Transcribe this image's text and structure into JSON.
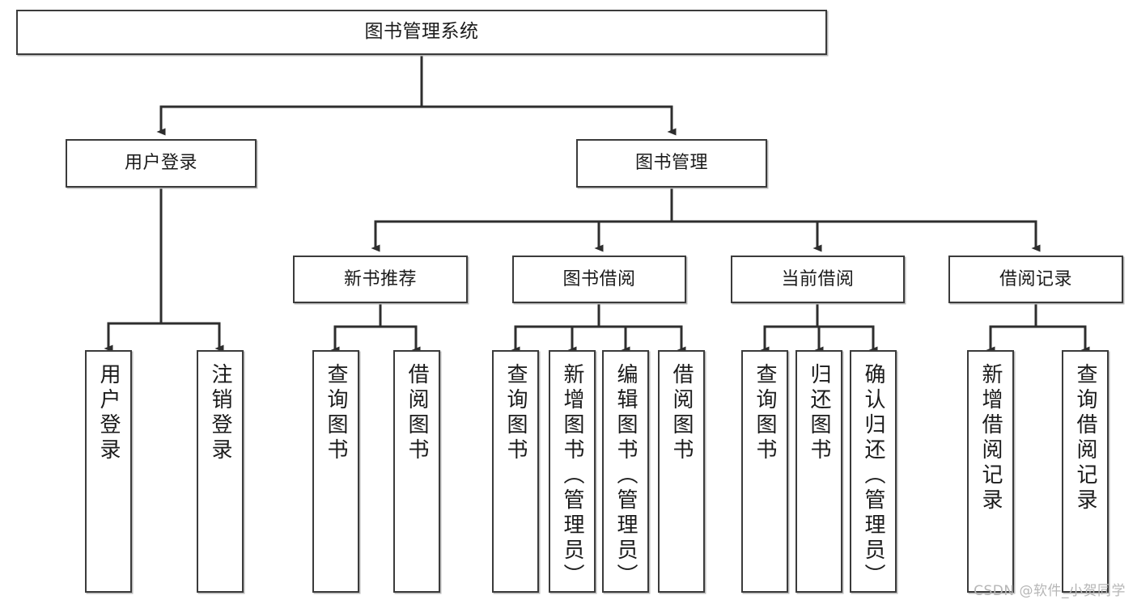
{
  "diagram": {
    "type": "tree",
    "title": "图书管理系统",
    "orientation": "top-down",
    "colors": {
      "box_border": "#3b3b3b",
      "box_fill": "#ffffff",
      "edge": "#2e2e2e",
      "shadow": "#b9b9b9",
      "watermark": "#b6b6b6"
    }
  },
  "nodes": {
    "root": {
      "label": "图书管理系统"
    },
    "level2": [
      {
        "id": "user-login",
        "label": "用户登录"
      },
      {
        "id": "book-manage",
        "label": "图书管理"
      }
    ],
    "level3": [
      {
        "id": "new-book-recommend",
        "label": "新书推荐"
      },
      {
        "id": "book-borrow",
        "label": "图书借阅"
      },
      {
        "id": "current-borrow",
        "label": "当前借阅"
      },
      {
        "id": "borrow-record",
        "label": "借阅记录"
      }
    ],
    "leaves": [
      {
        "id": "leaf-user-login",
        "label": "用户登录",
        "parent": "user-login"
      },
      {
        "id": "leaf-user-logout",
        "label": "注销登录",
        "parent": "user-login"
      },
      {
        "id": "leaf-query-book-1",
        "label": "查询图书",
        "parent": "new-book-recommend"
      },
      {
        "id": "leaf-borrow-book-1",
        "label": "借阅图书",
        "parent": "new-book-recommend"
      },
      {
        "id": "leaf-query-book-2",
        "label": "查询图书",
        "parent": "book-borrow"
      },
      {
        "id": "leaf-add-book",
        "label": "新增图书（管理员）",
        "parent": "book-borrow"
      },
      {
        "id": "leaf-edit-book",
        "label": "编辑图书（管理员）",
        "parent": "book-borrow"
      },
      {
        "id": "leaf-borrow-book-2",
        "label": "借阅图书",
        "parent": "book-borrow"
      },
      {
        "id": "leaf-query-book-3",
        "label": "查询图书",
        "parent": "current-borrow"
      },
      {
        "id": "leaf-return-book",
        "label": "归还图书",
        "parent": "current-borrow"
      },
      {
        "id": "leaf-confirm-return",
        "label": "确认归还（管理员）",
        "parent": "current-borrow"
      },
      {
        "id": "leaf-add-record",
        "label": "新增借阅记录",
        "parent": "borrow-record"
      },
      {
        "id": "leaf-query-record",
        "label": "查询借阅记录",
        "parent": "borrow-record"
      }
    ]
  },
  "watermark": {
    "text": "CSDN @软件_小贺同学"
  }
}
